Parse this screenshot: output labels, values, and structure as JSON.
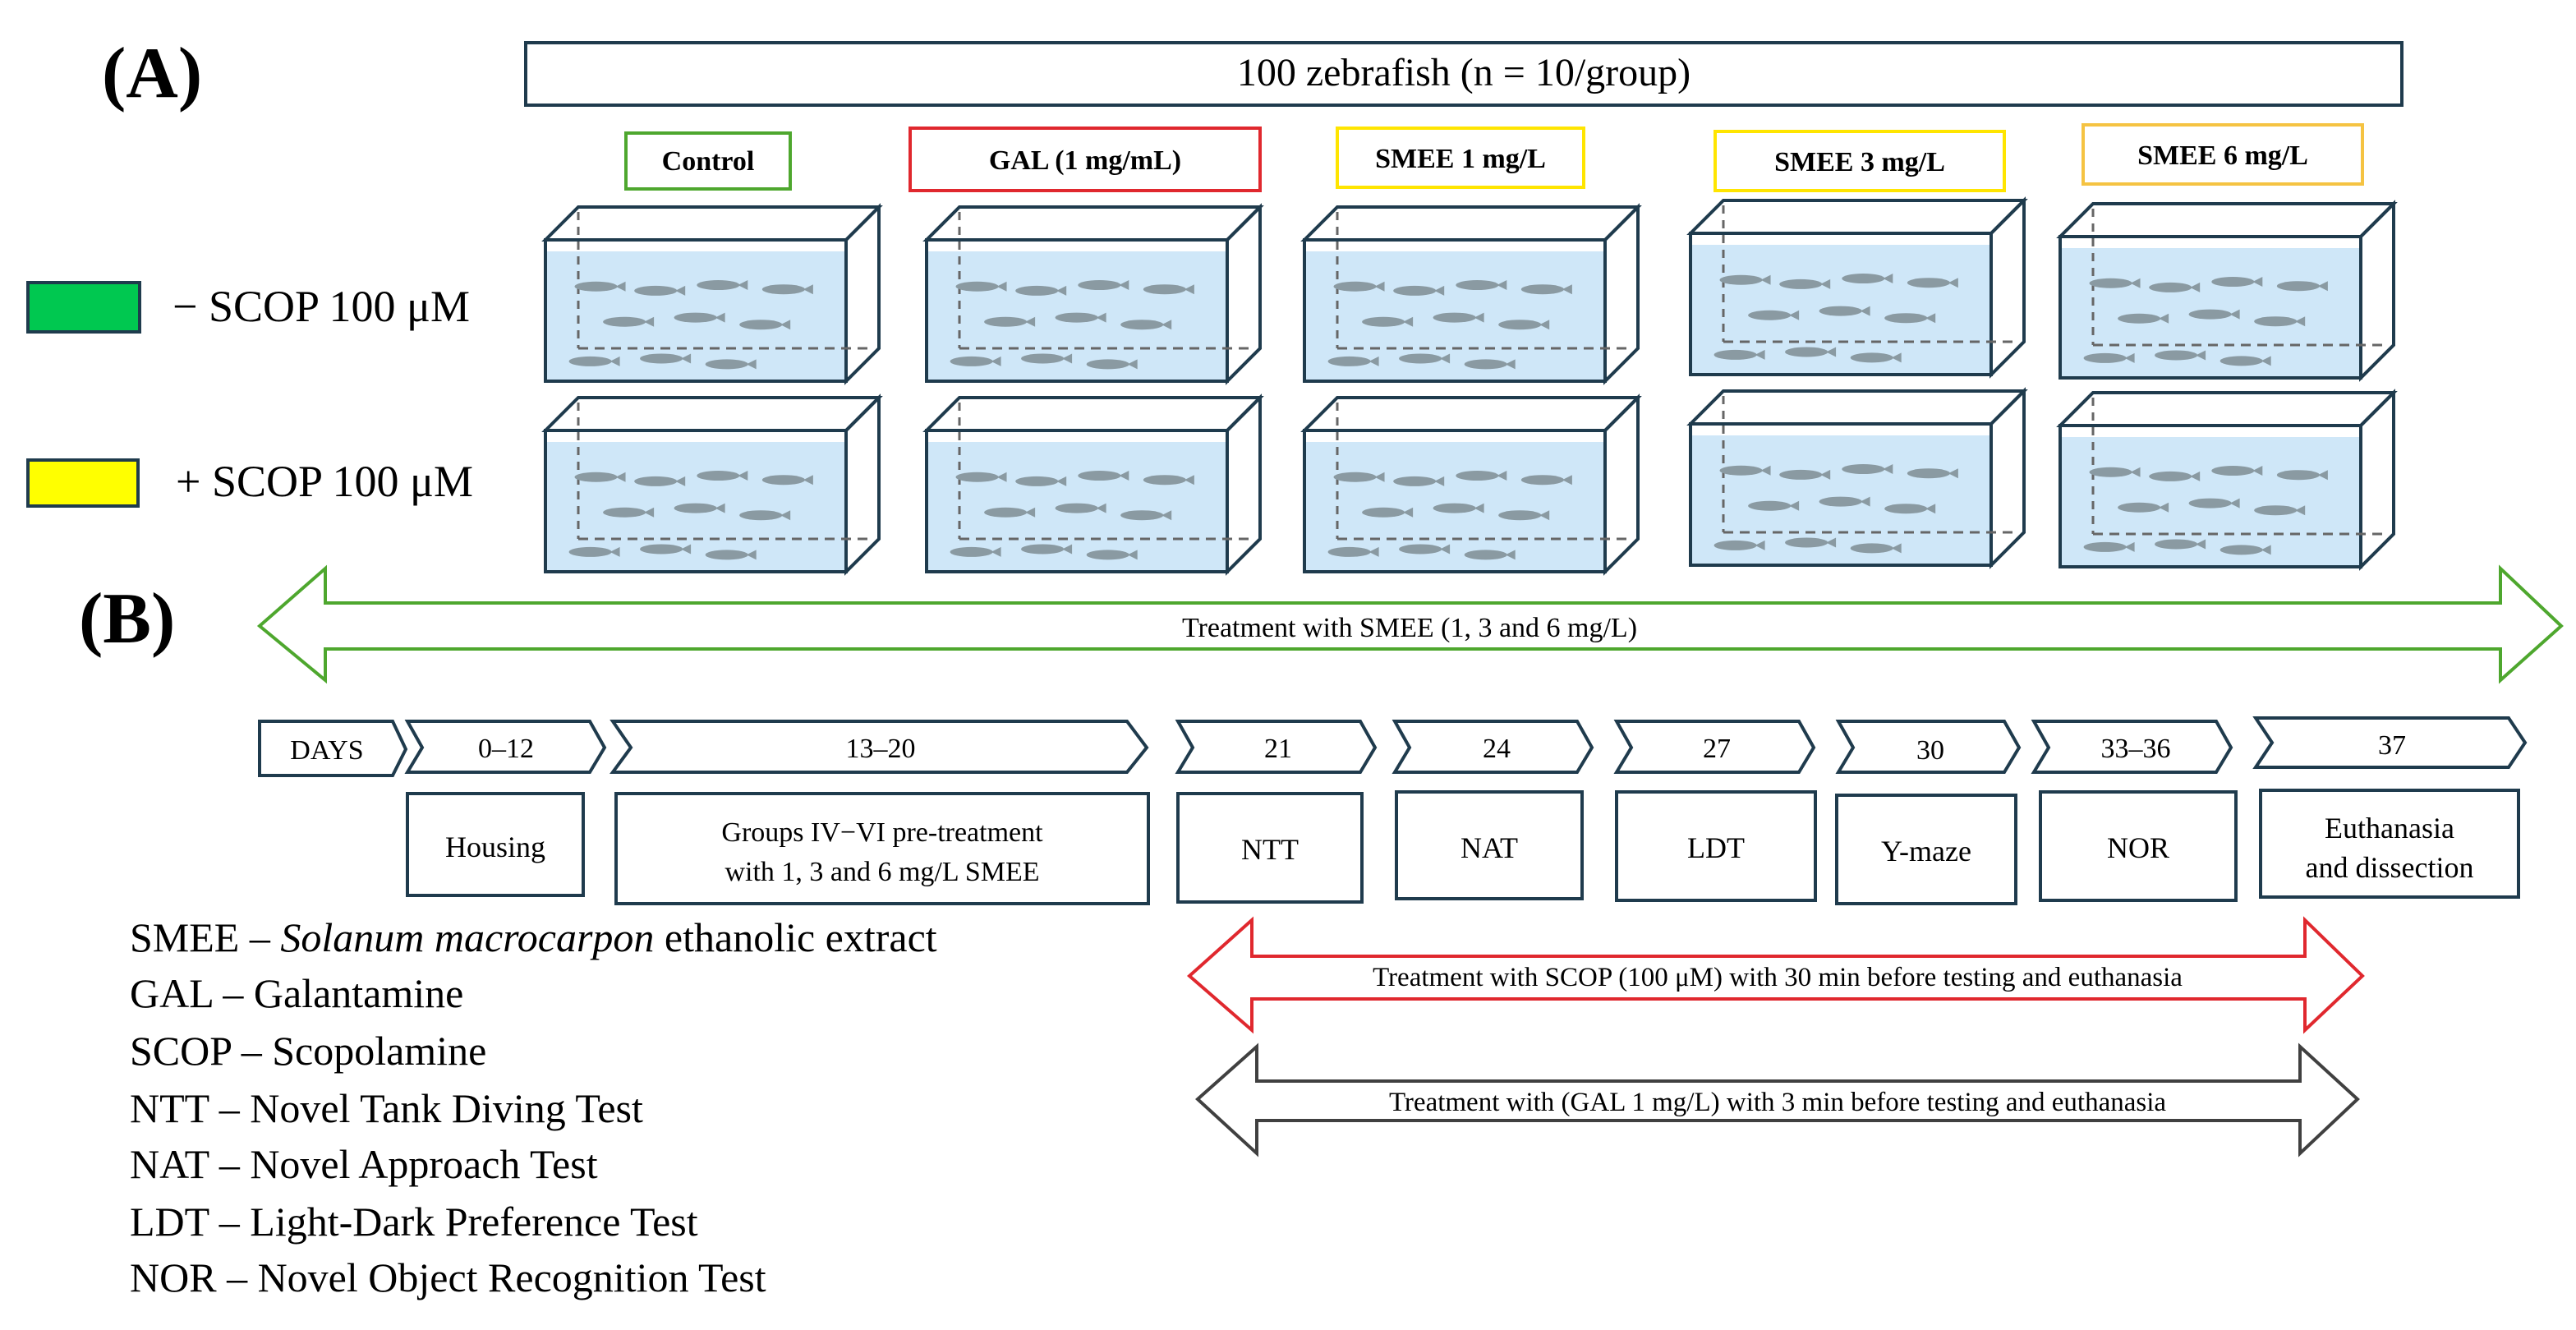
{
  "panel_a": {
    "label": "(A)",
    "header": "100 zebrafish (n = 10/group)",
    "groups": [
      {
        "label": "Control",
        "border_color": "#4ea72e"
      },
      {
        "label": "GAL (1 mg/mL)",
        "border_color": "#e0282e"
      },
      {
        "label": "SMEE 1 mg/L",
        "border_color": "#ffe500"
      },
      {
        "label": "SMEE 3 mg/L",
        "border_color": "#ffe500"
      },
      {
        "label": "SMEE 6 mg/L",
        "border_color": "#f5c342"
      }
    ],
    "legend": [
      {
        "label": "− SCOP 100 μM",
        "color": "#00c850"
      },
      {
        "label": "+ SCOP 100 μM",
        "color": "#ffff00"
      }
    ]
  },
  "panel_b": {
    "label": "(B)",
    "smee_arrow": "Treatment with SMEE (1, 3 and 6 mg/L)",
    "days_label": "DAYS",
    "timeline": [
      {
        "day": "0–12",
        "activity_lines": [
          "Housing"
        ]
      },
      {
        "day": "13–20",
        "activity_lines": [
          "Groups IV−VI pre-treatment",
          "with 1, 3 and 6 mg/L SMEE"
        ]
      },
      {
        "day": "21",
        "activity_lines": [
          "NTT"
        ]
      },
      {
        "day": "24",
        "activity_lines": [
          "NAT"
        ]
      },
      {
        "day": "27",
        "activity_lines": [
          "LDT"
        ]
      },
      {
        "day": "30",
        "activity_lines": [
          "Y-maze"
        ]
      },
      {
        "day": "33–36",
        "activity_lines": [
          "NOR"
        ]
      },
      {
        "day": "37",
        "activity_lines": [
          "Euthanasia",
          "and dissection"
        ]
      }
    ],
    "scop_arrow": "Treatment with SCOP (100 μM) with 30 min before testing and  euthanasia",
    "gal_arrow": "Treatment with (GAL 1 mg/L) with 3 min before testing and  euthanasia",
    "abbreviations": [
      {
        "abbr": "SMEE",
        "dash": " – ",
        "italic": "Solanum macrocarpon",
        "rest": " ethanolic extract"
      },
      {
        "abbr": "GAL",
        "dash": " – ",
        "italic": "",
        "rest": "Galantamine"
      },
      {
        "abbr": "SCOP",
        "dash": " – ",
        "italic": "",
        "rest": "Scopolamine"
      },
      {
        "abbr": "NTT",
        "dash": " – ",
        "italic": "",
        "rest": "Novel Tank Diving Test"
      },
      {
        "abbr": "NAT",
        "dash": " – ",
        "italic": "",
        "rest": "Novel Approach Test"
      },
      {
        "abbr": "LDT",
        "dash": " – ",
        "italic": "",
        "rest": "Light-Dark Preference Test"
      },
      {
        "abbr": "NOR",
        "dash": " – ",
        "italic": "",
        "rest": "Novel Object Recognition Test"
      }
    ]
  },
  "colors": {
    "frame": "#1f3b4d",
    "smee_arrow": "#4ea72e",
    "scop_arrow": "#e0282e",
    "gal_arrow": "#404040",
    "water": "#cfe7f8"
  }
}
